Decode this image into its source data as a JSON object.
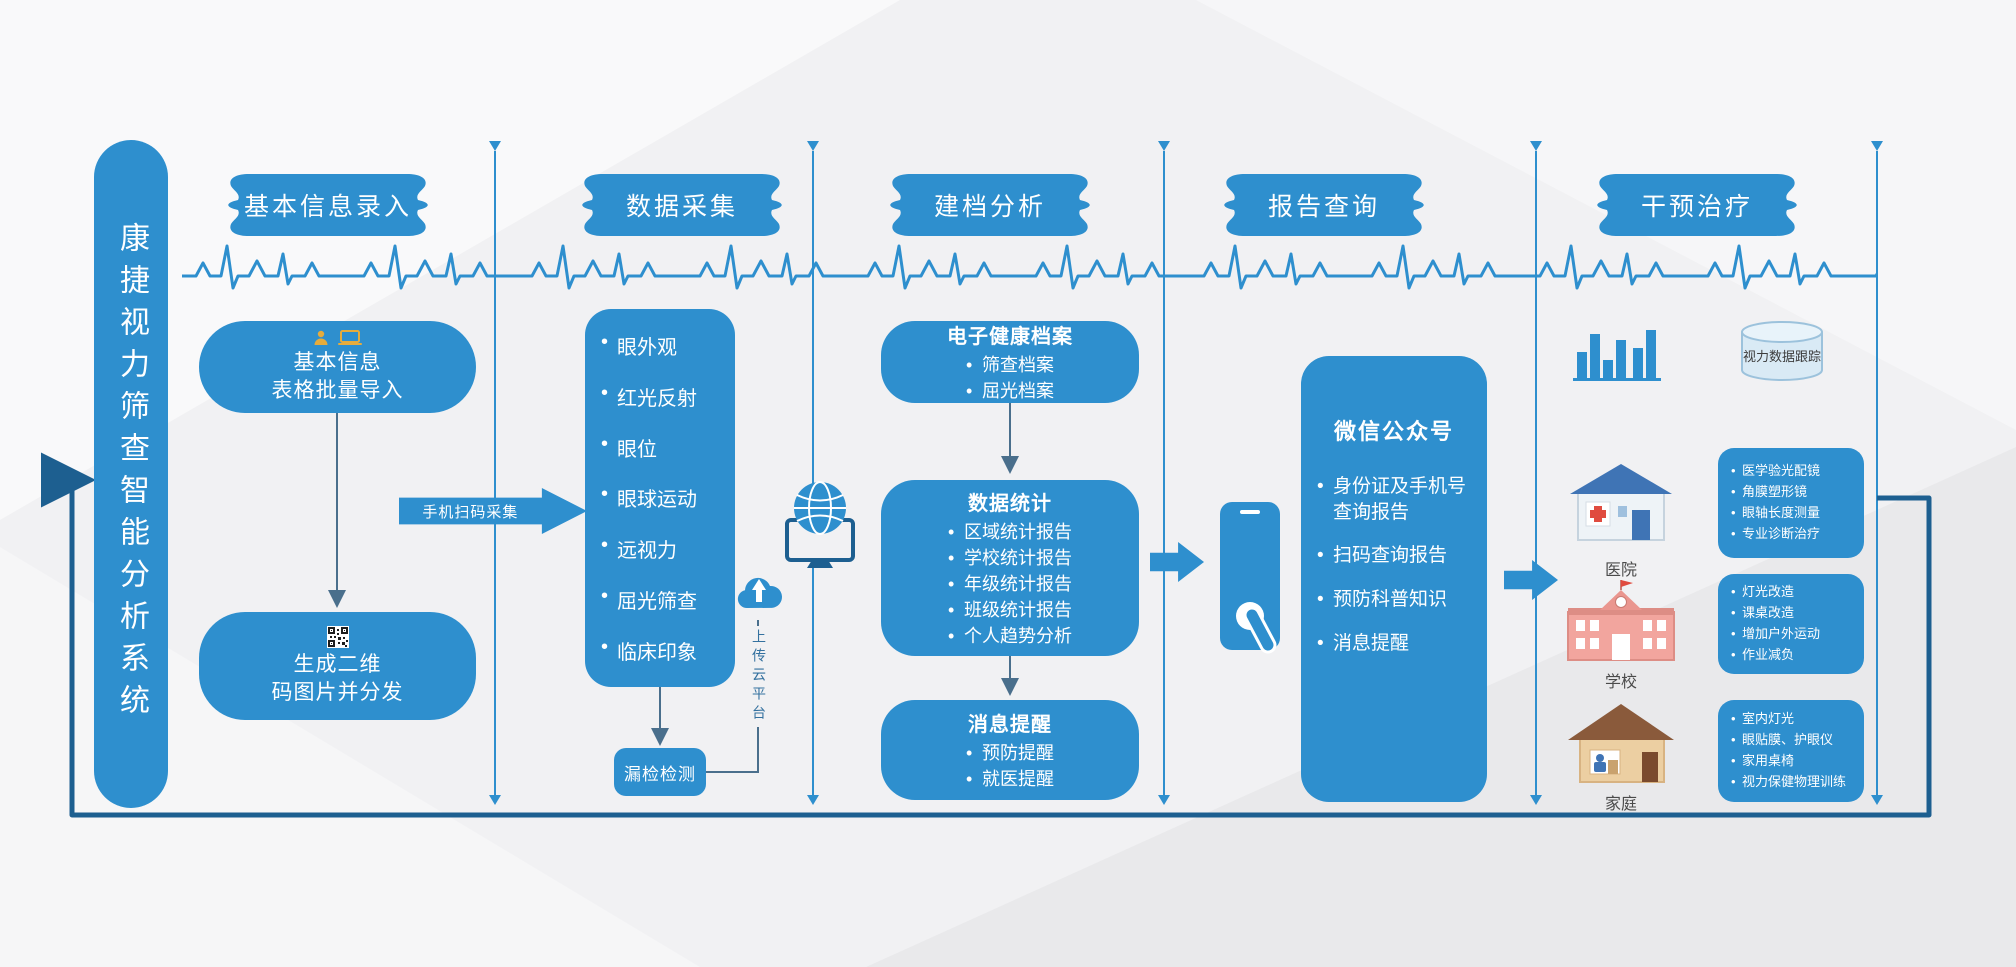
{
  "diagram": {
    "title": "康捷视力筛查智能分析系统",
    "headers": [
      "基本信息录入",
      "数据采集",
      "建档分析",
      "报告查询",
      "干预治疗"
    ],
    "col1": {
      "import_box": {
        "line1": "基本信息",
        "line2": "表格批量导入"
      },
      "qr_box": {
        "line1": "生成二维",
        "line2": "码图片并分发"
      },
      "scan_arrow_label": "手机扫码采集"
    },
    "col2": {
      "items": [
        "眼外观",
        "红光反射",
        "眼位",
        "眼球运动",
        "远视力",
        "屈光筛查",
        "临床印象"
      ],
      "recheck_label": "漏检检测",
      "upload_label": "上传云平台"
    },
    "col3": {
      "ehr_title": "电子健康档案",
      "ehr_items": [
        "筛查档案",
        "屈光档案"
      ],
      "stats_title": "数据统计",
      "stats_items": [
        "区域统计报告",
        "学校统计报告",
        "年级统计报告",
        "班级统计报告",
        "个人趋势分析"
      ],
      "notify_title": "消息提醒",
      "notify_items": [
        "预防提醒",
        "就医提醒"
      ]
    },
    "col4": {
      "title": "微信公众号",
      "items": [
        "身份证及手机号查询报告",
        "扫码查询报告",
        "预防科普知识",
        "消息提醒"
      ]
    },
    "col5": {
      "tracking_label": "视力数据跟踪",
      "hospital": {
        "label": "医院",
        "items": [
          "医学验光配镜",
          "角膜塑形镜",
          "眼轴长度测量",
          "专业诊断治疗"
        ]
      },
      "school": {
        "label": "学校",
        "items": [
          "灯光改造",
          "课桌改造",
          "增加户外运动",
          "作业减负"
        ]
      },
      "family": {
        "label": "家庭",
        "items": [
          "室内灯光",
          "眼贴膜、护眼仪",
          "家用桌椅",
          "视力保健物理训练"
        ]
      }
    },
    "colors": {
      "primary": "#2e8fce",
      "loop": "#1d5f90",
      "accent_gold": "#e6ac3c"
    }
  }
}
